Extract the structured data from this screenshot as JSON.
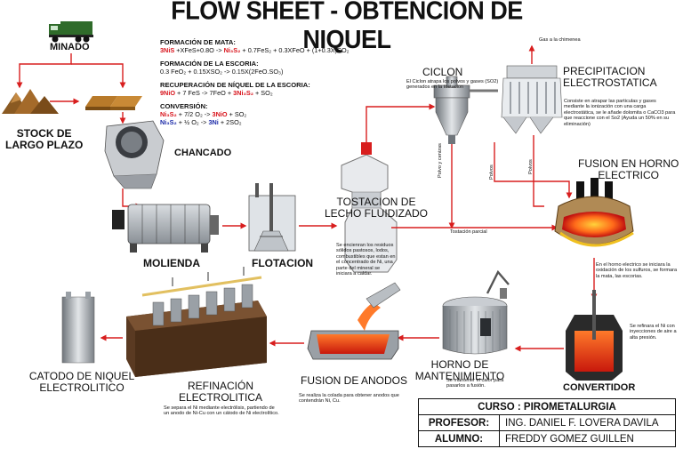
{
  "title": "FLOW SHEET - OBTENCION DE NIQUEL",
  "stages": {
    "minado": "MINADO",
    "stock": "STOCK DE\nLARGO PLAZO",
    "chancado": "CHANCADO",
    "molienda": "MOLIENDA",
    "flotacion": "FLOTACION",
    "tostacion": "TOSTACION DE\nLECHO FLUIDIZADO",
    "ciclon": "CICLON",
    "precipitacion": "PRECIPITACION\nELECTROSTATICA",
    "fusion_horno": "FUSION EN HORNO\nELECTRICO",
    "convertidor": "CONVERTIDOR",
    "horno_mantenimiento": "HORNO DE\nMANTENIMIENTO",
    "fusion_anodos": "FUSION DE ANODOS",
    "refinacion": "REFINACIÓN\nELECTROLITICA",
    "catodo": "CATODO DE NIQUEL\nELECTROLITICO"
  },
  "notes": {
    "ciclon": "El Ciclon atrapa los polvos y gases (SO2) generados en la tostacion",
    "gas_chimenea": "Gas a la chimenea",
    "precipitacion": "Consiste en atrapar las particulas y gases mediante la ionización con una carga electrostática, se le añade dolomita o CaCO3 para que reaccione con el So2 (Ayuda un 50% en su eliminación)",
    "tostacion": "Se encienran los residuos sólidos pastosos, lodos, combustibles que estan en el concentrado de Ni, una parte del mineral se iniciara a caldar.",
    "fusion_horno": "En el horno electrico se iniciara la oxidación de los sulfuros, se formara la mata, las escorias.",
    "convertidor": "Se refinara el Ni con inyecciones de aire a alta presión.",
    "horno_mantenimiento": "Se mantener el calor para pasarlos a fusión.",
    "fusion_anodos": "Se realiza la colada para obtener anodos que contendrán Ni, Cu.",
    "refinacion": "Se separa el Ni mediante electrólisis, partiendo de un anodo de Ni-Cu con un cátodo de Ni electrolítico.",
    "tostacion_parcial": "Tostación parcial",
    "polvo_y_cenizas": "Polvo y cenizas",
    "polvos_left": "Polvos",
    "polvos_right": "Polvos"
  },
  "equations": {
    "mata_title": "FORMACIÓN DE MATA:",
    "mata_a": "3NiS",
    "mata_b": " +XFeS",
    "mata_c": "+0.8O",
    "mata_d": " -> ",
    "mata_e": "Ni₃S₂",
    "mata_f": " + 0.7FeS₂ + 0.3XFeO + (1+0.3X)SO₂",
    "escoria_title": "FORMACIÓN DE LA ESCORIA:",
    "escoria_line": "0.3 FeO₂ + 0.15XSO₂ -> 0.15X(2FeO.SO₃)",
    "recuperacion_title": "RECUPERACIÓN DE NÍQUEL DE LA ESCORIA:",
    "rec_a": "9NiO",
    "rec_b": " + 7 FeS -> 7FeO",
    "rec_c": " + ",
    "rec_d": "3Ni₃S₂",
    "rec_e": " + SO₂",
    "conversion_title": "CONVERSIÓN:",
    "conv1_a": "Ni₃S₂",
    "conv1_b": " + 7/2 O₂ -> ",
    "conv1_c": "3NiO",
    "conv1_d": " + SO₂",
    "conv2_a": "Ni₃S₂",
    "conv2_b": " + ½ O₂ -> ",
    "conv2_c": "3Ni",
    "conv2_d": " + 2SO₂"
  },
  "credits": {
    "curso": "CURSO : PIROMETALURGIA",
    "profesor_label": "PROFESOR:",
    "profesor": "ING. DANIEL F. LOVERA DAVILA",
    "alumno_label": "ALUMNO:",
    "alumno": "FREDDY GOMEZ GUILLEN"
  },
  "colors": {
    "arrow": "#d81e1e",
    "truck": "#2f6b2a",
    "ore": "#a46a2a",
    "molten": "#e8401c",
    "steel": "#9aa0a6"
  }
}
